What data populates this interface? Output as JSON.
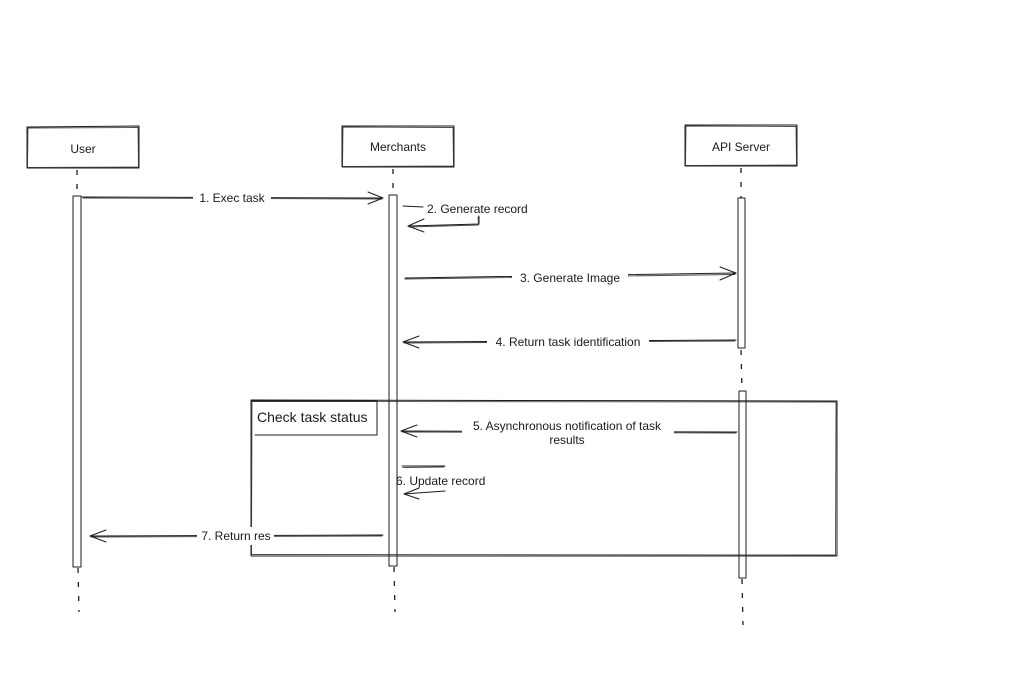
{
  "participants": {
    "user": "User",
    "merchants": "Merchants",
    "api_server": "API Server"
  },
  "messages": {
    "m1": "1. Exec task",
    "m2": "2. Generate record",
    "m3": "3. Generate Image",
    "m4": "4. Return task identification",
    "m5_line1": "5. Asynchronous notification of task",
    "m5_line2": "results",
    "m6": "6. Update record",
    "m7": "7. Return res"
  },
  "fragment": {
    "label": "Check task status"
  }
}
